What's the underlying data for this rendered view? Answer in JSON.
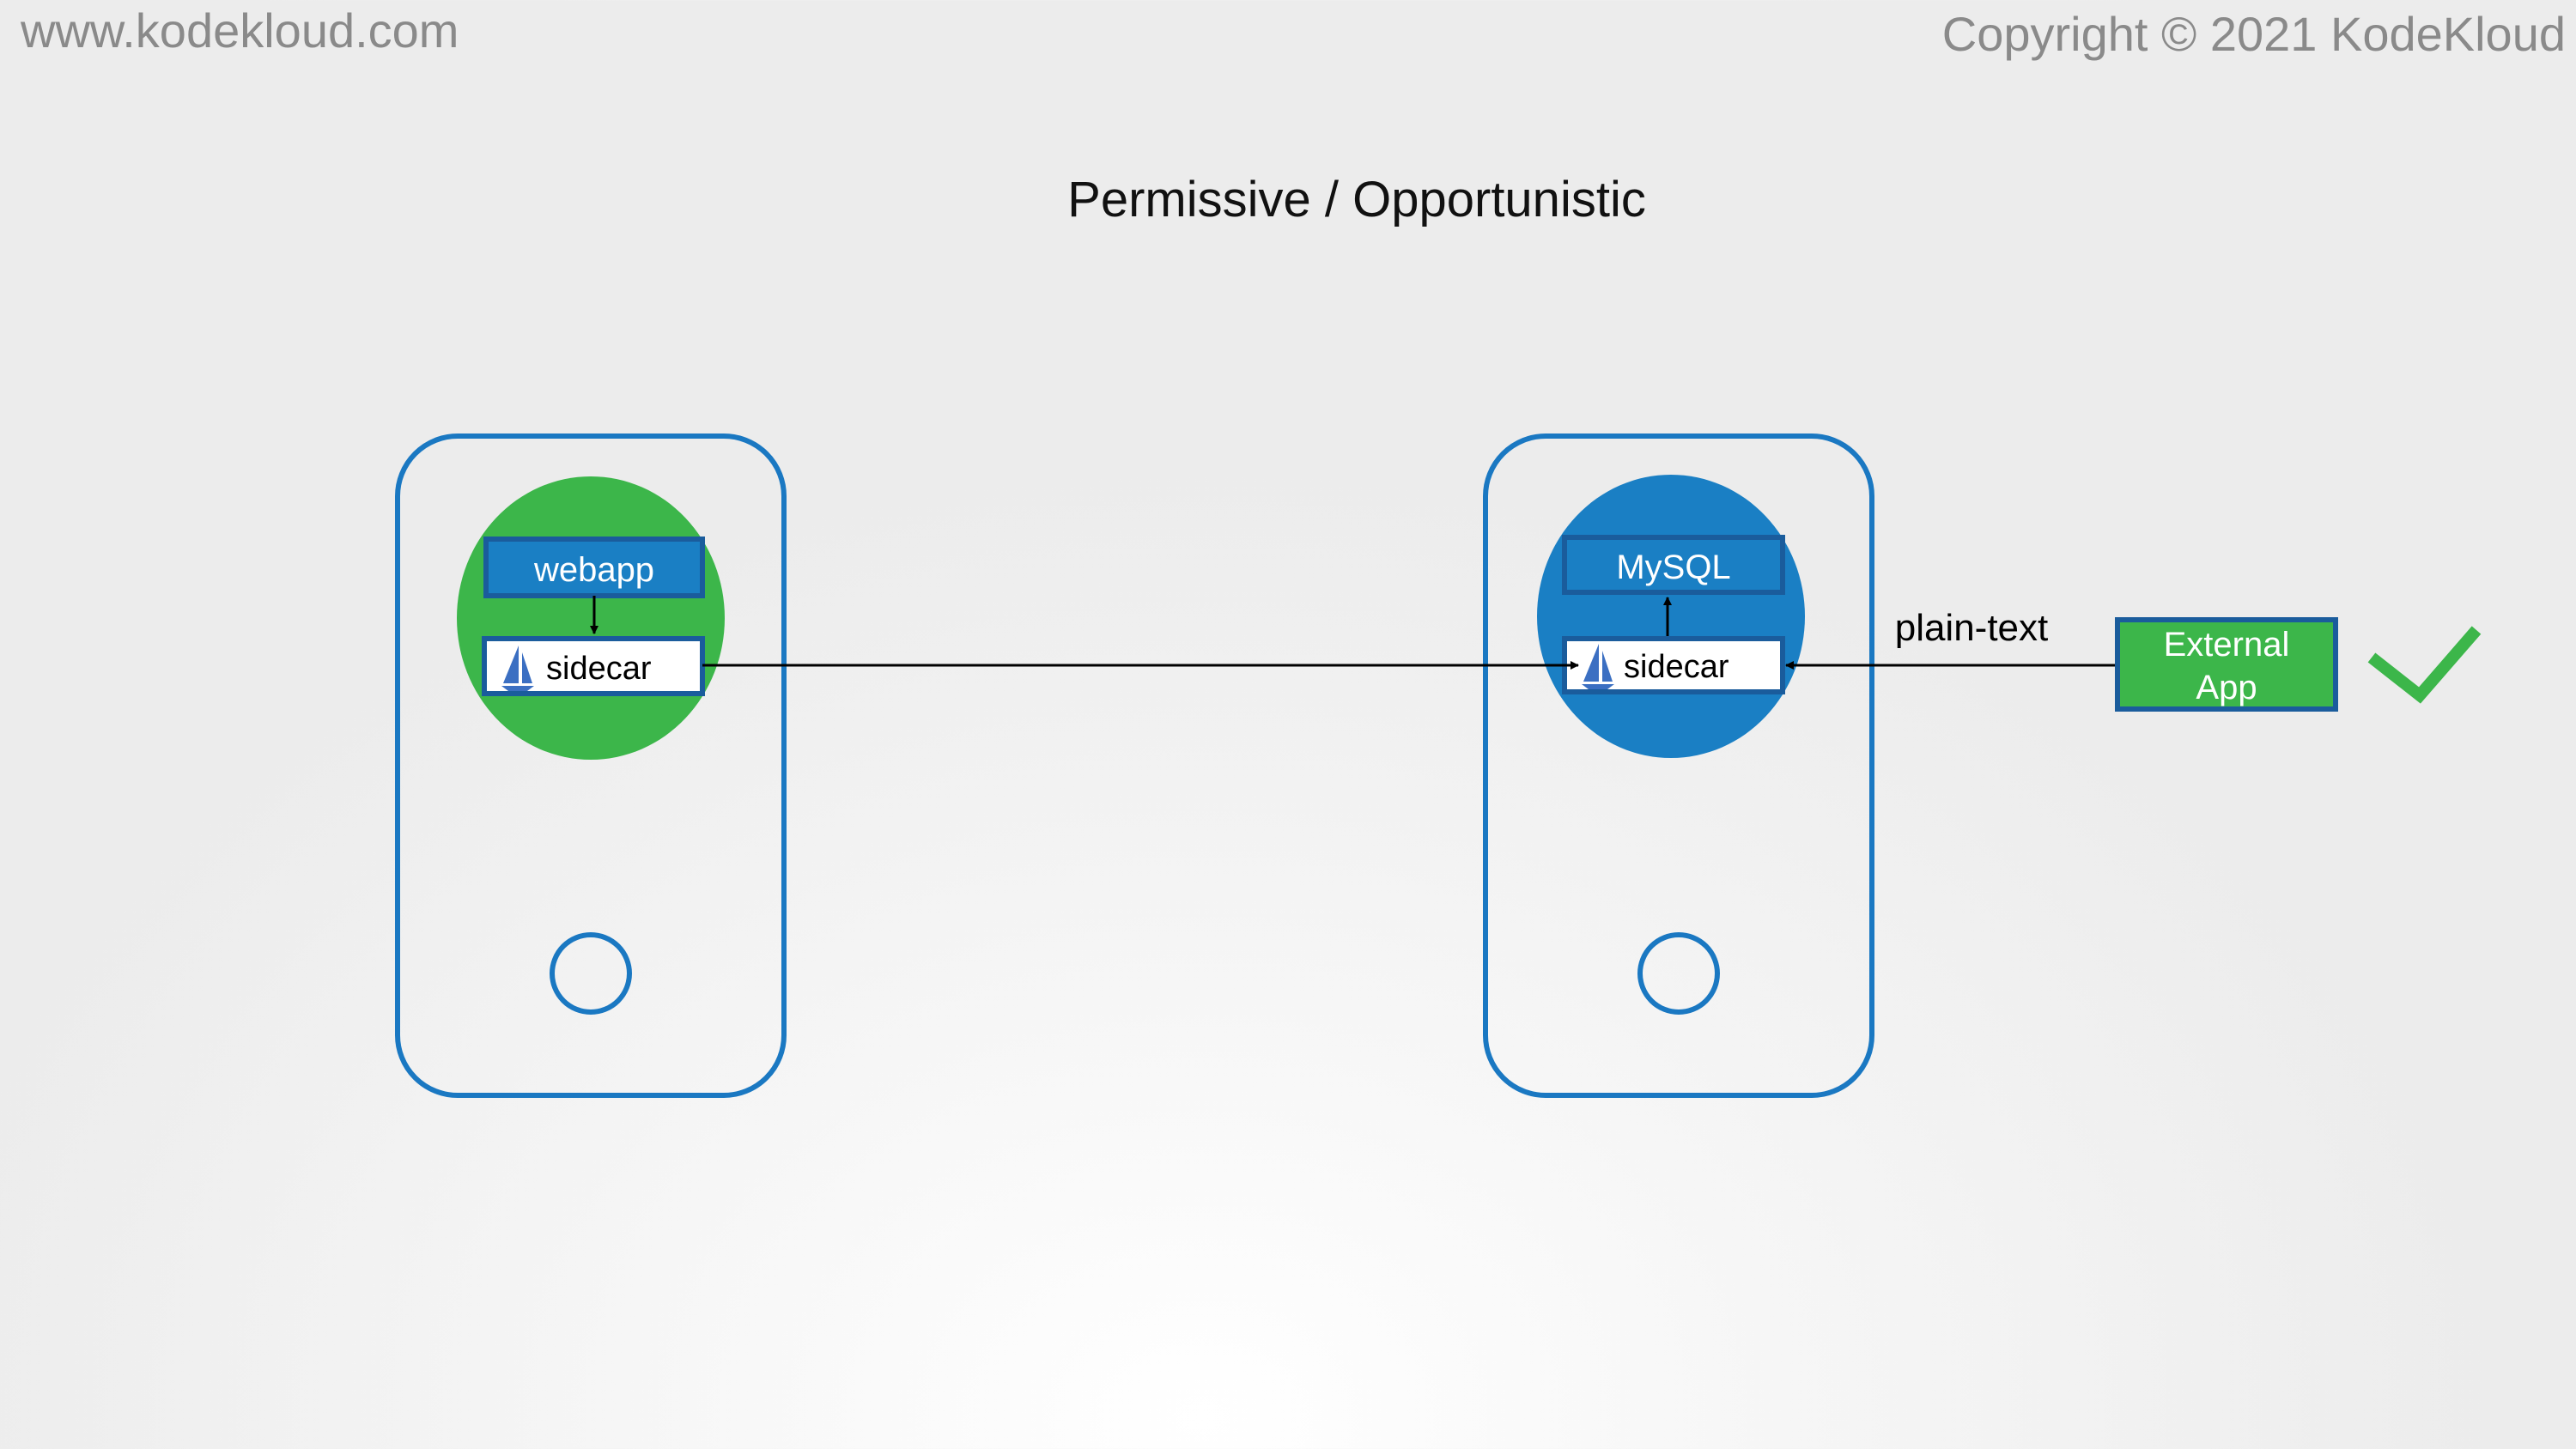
{
  "header": {
    "site_url": "www.kodekloud.com",
    "copyright": "Copyright © 2021 KodeKloud"
  },
  "title": "Permissive / Opportunistic",
  "left_pod": {
    "app_label": "webapp",
    "sidecar_label": "sidecar",
    "app_color": "#3cb64a"
  },
  "right_pod": {
    "app_label": "MySQL",
    "sidecar_label": "sidecar",
    "app_color": "#1a7fc4"
  },
  "connection_label": "plain-text",
  "external_app": {
    "label_line1": "External",
    "label_line2": "App",
    "color": "#3cb64a"
  },
  "status_icon": "checkmark-icon",
  "colors": {
    "pod_border": "#1a78c2",
    "box_border": "#1a5c9c",
    "box_fill": "#1a7fc4",
    "check": "#3cb64a"
  }
}
